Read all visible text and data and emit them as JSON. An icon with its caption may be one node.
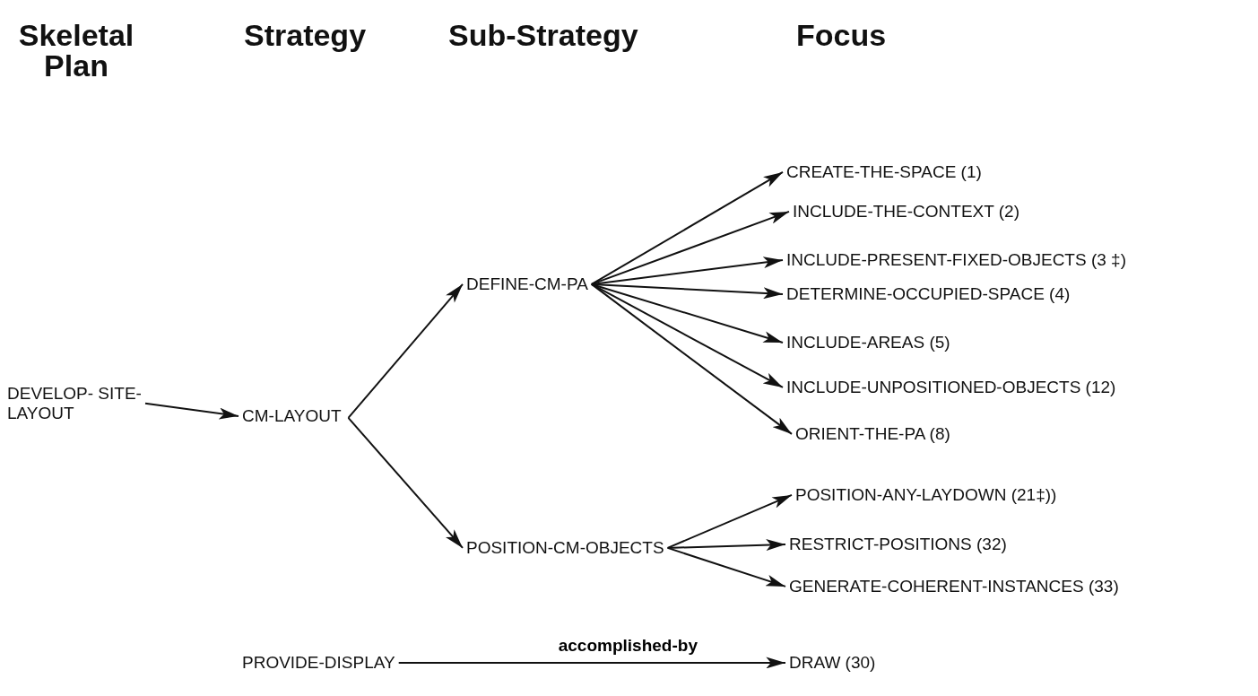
{
  "diagram": {
    "nodes": [
      {
        "text": [
          "DEVELOP- SITE-LAYOUT"
        ]
      },
      {
        "text": [
          "CM-LAYOUT"
        ]
      },
      {
        "text": [
          "DEFINE-CM-PA"
        ]
      },
      {
        "text": [
          "POSITION-CM-OBJECTS"
        ]
      },
      {
        "text": [
          "CREATE-THE-SPACE (1)"
        ]
      },
      {
        "text": [
          "INCLUDE-THE-CONTEXT (2)"
        ]
      },
      {
        "text": [
          "INCLUDE-PRESENT-FIXED-OBJECTS (3 ‡)"
        ]
      },
      {
        "text": [
          "DETERMINE-OCCUPIED-SPACE (4)"
        ]
      },
      {
        "text": [
          "INCLUDE-AREAS (5)"
        ]
      },
      {
        "text": [
          "INCLUDE-UNPOSITIONED-OBJECTS (12)"
        ]
      },
      {
        "text": [
          "ORIENT-THE-PA (8)"
        ]
      },
      {
        "text": [
          "POSITION-ANY-LAYDOWN (21‡))"
        ]
      },
      {
        "text": [
          "RESTRICT-POSITIONS (32)"
        ]
      },
      {
        "text": [
          "GENERATE-COHERENT-INSTANCES (33)"
        ]
      },
      {
        "text": [
          "PROVIDE-DISPLAY"
        ]
      },
      {
        "text": [
          "DRAW (30)"
        ]
      }
    ],
    "edges": [
      {
        "from": 0,
        "to": 1,
        "arrow": "to"
      },
      {
        "from": 1,
        "to": 2,
        "arrow": "to"
      },
      {
        "from": 1,
        "to": 3,
        "arrow": "to"
      },
      {
        "from": 2,
        "to": 4,
        "arrow": "to"
      },
      {
        "from": 2,
        "to": 5,
        "arrow": "to"
      },
      {
        "from": 2,
        "to": 6,
        "arrow": "to"
      },
      {
        "from": 2,
        "to": 7,
        "arrow": "to"
      },
      {
        "from": 2,
        "to": 8,
        "arrow": "to"
      },
      {
        "from": 2,
        "to": 9,
        "arrow": "to"
      },
      {
        "from": 2,
        "to": 10,
        "arrow": "to"
      },
      {
        "from": 3,
        "to": 11,
        "arrow": "to"
      },
      {
        "from": 3,
        "to": 12,
        "arrow": "to"
      },
      {
        "from": 3,
        "to": 13,
        "arrow": "to"
      },
      {
        "from": 14,
        "to": 15,
        "arrow": "to",
        "label": "accomplished-by"
      }
    ],
    "labels": [
      "Skeletal Plan",
      "Strategy",
      "Sub-Strategy",
      "Focus"
    ]
  }
}
